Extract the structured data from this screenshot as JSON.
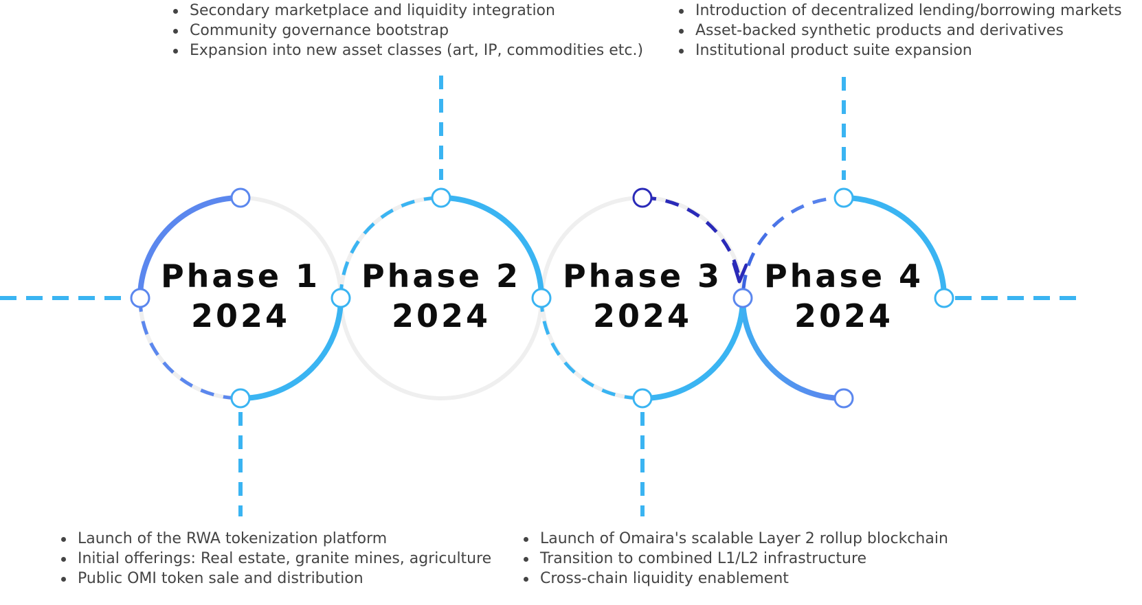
{
  "colors": {
    "blue": "#3ab4f2",
    "purple": "#5b87ee",
    "navy": "#2a2ab8",
    "grey": "#efefef",
    "text": "#444444",
    "title": "#0d0d0d"
  },
  "phases": [
    {
      "title": "Phase 1",
      "year": "2024"
    },
    {
      "title": "Phase 2",
      "year": "2024"
    },
    {
      "title": "Phase 3",
      "year": "2024"
    },
    {
      "title": "Phase 4",
      "year": "2024"
    }
  ],
  "milestones": {
    "phase1": [
      "Launch of the RWA tokenization platform",
      "Initial offerings: Real estate, granite mines, agriculture",
      "Public OMI token sale and distribution"
    ],
    "phase2": [
      "Secondary marketplace and liquidity integration",
      "Community governance bootstrap",
      "Expansion into new asset classes (art, IP, commodities etc.)"
    ],
    "phase3": [
      "Launch of Omaira's scalable Layer 2 rollup blockchain",
      "Transition to combined L1/L2 infrastructure",
      "Cross-chain liquidity enablement"
    ],
    "phase4": [
      "Introduction of decentralized lending/borrowing markets",
      "Asset-backed synthetic products and derivatives",
      "Institutional product suite expansion"
    ]
  }
}
